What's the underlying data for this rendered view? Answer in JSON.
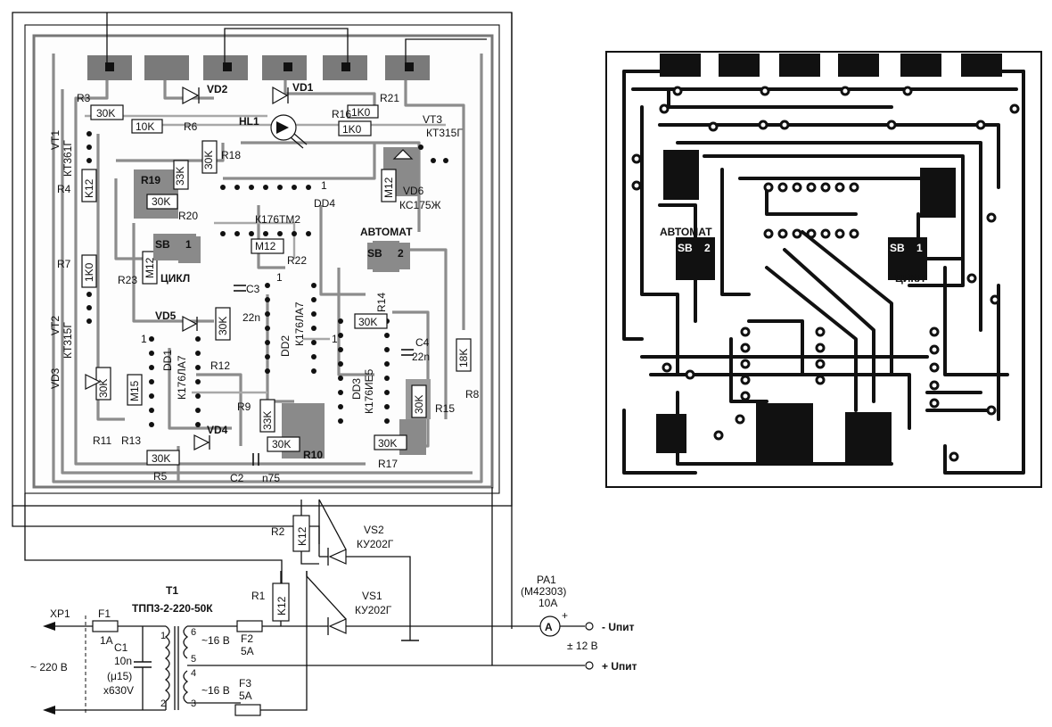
{
  "labels": {
    "R3": "R3",
    "VD2": "VD2",
    "VD1": "VD1",
    "R21": "R21",
    "VT1": "VT1",
    "VT1_type": "КТ361Г",
    "HL1": "HL1",
    "R6": "R6",
    "R16": "R16",
    "VT3": "VT3",
    "VT3_type": "КТ315Г",
    "R18": "R18",
    "R19": "R19",
    "R20": "R20",
    "R4": "R4",
    "DD4": "DD4",
    "DD4_type": "К176ТМ2",
    "VD6": "VD6",
    "VD6_type": "КС175Ж",
    "avtomat": "АВТОМАТ",
    "sb": "SB",
    "sb1": "1",
    "sb2": "2",
    "tsikl": "ЦИКЛ",
    "R7": "R7",
    "R22": "R22",
    "R23": "R23",
    "C3": "C3",
    "R14": "R14",
    "VT2": "VT2",
    "VT2_type": "КТ315Г",
    "VD5": "VD5",
    "DD2": "DD2",
    "DD2_type": "К176ЛА7",
    "C4": "C4",
    "C4_val": "22n",
    "C3_val": "22n",
    "R8": "R8",
    "DD1": "DD1",
    "DD1_type": "К176ЛА7",
    "VD3": "VD3",
    "R12": "R12",
    "DD3": "DD3",
    "DD3_type": "К176ИЕ5",
    "R15": "R15",
    "R9": "R9",
    "VD4": "VD4",
    "R11": "R11",
    "R13": "R13",
    "R10": "R10",
    "R17": "R17",
    "R5": "R5",
    "C2": "C2",
    "C2_val": "n75",
    "pin1": "1",
    "v_30K": "30K",
    "v_10K": "10K",
    "v_1K0": "1K0",
    "v_K12": "K12",
    "v_33K": "33K",
    "v_M12": "M12",
    "v_M15": "M15",
    "v_18K": "18K",
    "R2": "R2",
    "R1": "R1",
    "VS2": "VS2",
    "VS2_type": "КУ202Г",
    "VS1": "VS1",
    "VS1_type": "КУ202Г",
    "PA1": "PA1",
    "PA1_type": "(М42303)",
    "PA1_range": "10A",
    "PA1_sym": "A",
    "plus": "+",
    "XP1": "XP1",
    "F1": "F1",
    "F1_val": "1A",
    "T1": "T1",
    "T1_type": "ТПП3-2-220-50К",
    "C1": "C1",
    "C1_val1": "10n",
    "C1_val2": "(μ15)",
    "C1_val3": "x630V",
    "F2": "F2",
    "F2_val": "5A",
    "F3": "F3",
    "F3_val": "5A",
    "w6": "6",
    "w5": "5",
    "w4": "4",
    "w3": "3",
    "w2": "2",
    "w1": "1",
    "ac16a": "~16 В",
    "ac16b": "~16 В",
    "mains": "~ 220 В",
    "upit_minus": "- Uпит",
    "upit_plus": "+ Uпит",
    "pm12": "± 12 В"
  }
}
